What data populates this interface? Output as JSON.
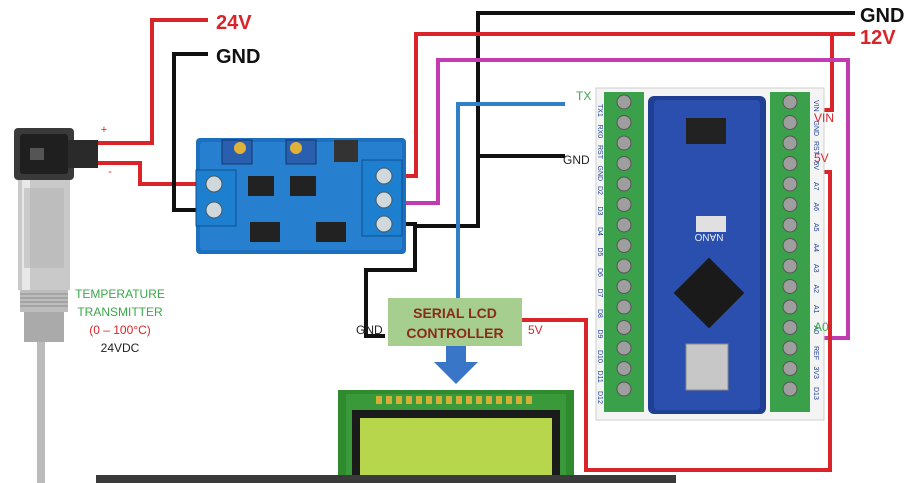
{
  "labels": {
    "top_24v": "24V",
    "top_gnd_left": "GND",
    "top_gnd_right": "GND",
    "top_12v": "12V",
    "sensor_plus": "+",
    "sensor_minus": "-",
    "tx": "TX",
    "gnd_arduino": "GND",
    "vin": "VIN",
    "five_v_right": "5V",
    "a0": "A0",
    "gnd_lcd": "GND",
    "five_v_lcd": "5V"
  },
  "sensor": {
    "line1": "TEMPERATURE",
    "line2": "TRANSMITTER",
    "line3": "(0 – 100°C)",
    "line4": "24VDC"
  },
  "lcd_controller": {
    "line1": "SERIAL LCD",
    "line2": "CONTROLLER"
  },
  "arduino": {
    "chip_label": "NANO",
    "left_pins": [
      "TX1",
      "RX0",
      "RST",
      "GND",
      "D2",
      "D3",
      "D4",
      "D5",
      "D6",
      "D7",
      "D8",
      "D9",
      "D10",
      "D11",
      "D12"
    ],
    "right_pins": [
      "VIN",
      "GND",
      "RST",
      "5V",
      "A7",
      "A6",
      "A5",
      "A4",
      "A3",
      "A2",
      "A1",
      "A0",
      "REF",
      "3V3",
      "D13"
    ]
  },
  "colors": {
    "wire_red": "#d9252a",
    "wire_black": "#111111",
    "wire_magenta": "#c13bb3",
    "wire_blue": "#2f80c8",
    "sensor_text_green": "#3aa84a",
    "sensor_text_red": "#d9252a",
    "arduino_blue": "#1f3f94",
    "terminal_green": "#3aa04a",
    "controller_bg": "#a6cf8f",
    "lcd_screen": "#b7d64b",
    "arrow_blue": "#3a76c8"
  }
}
